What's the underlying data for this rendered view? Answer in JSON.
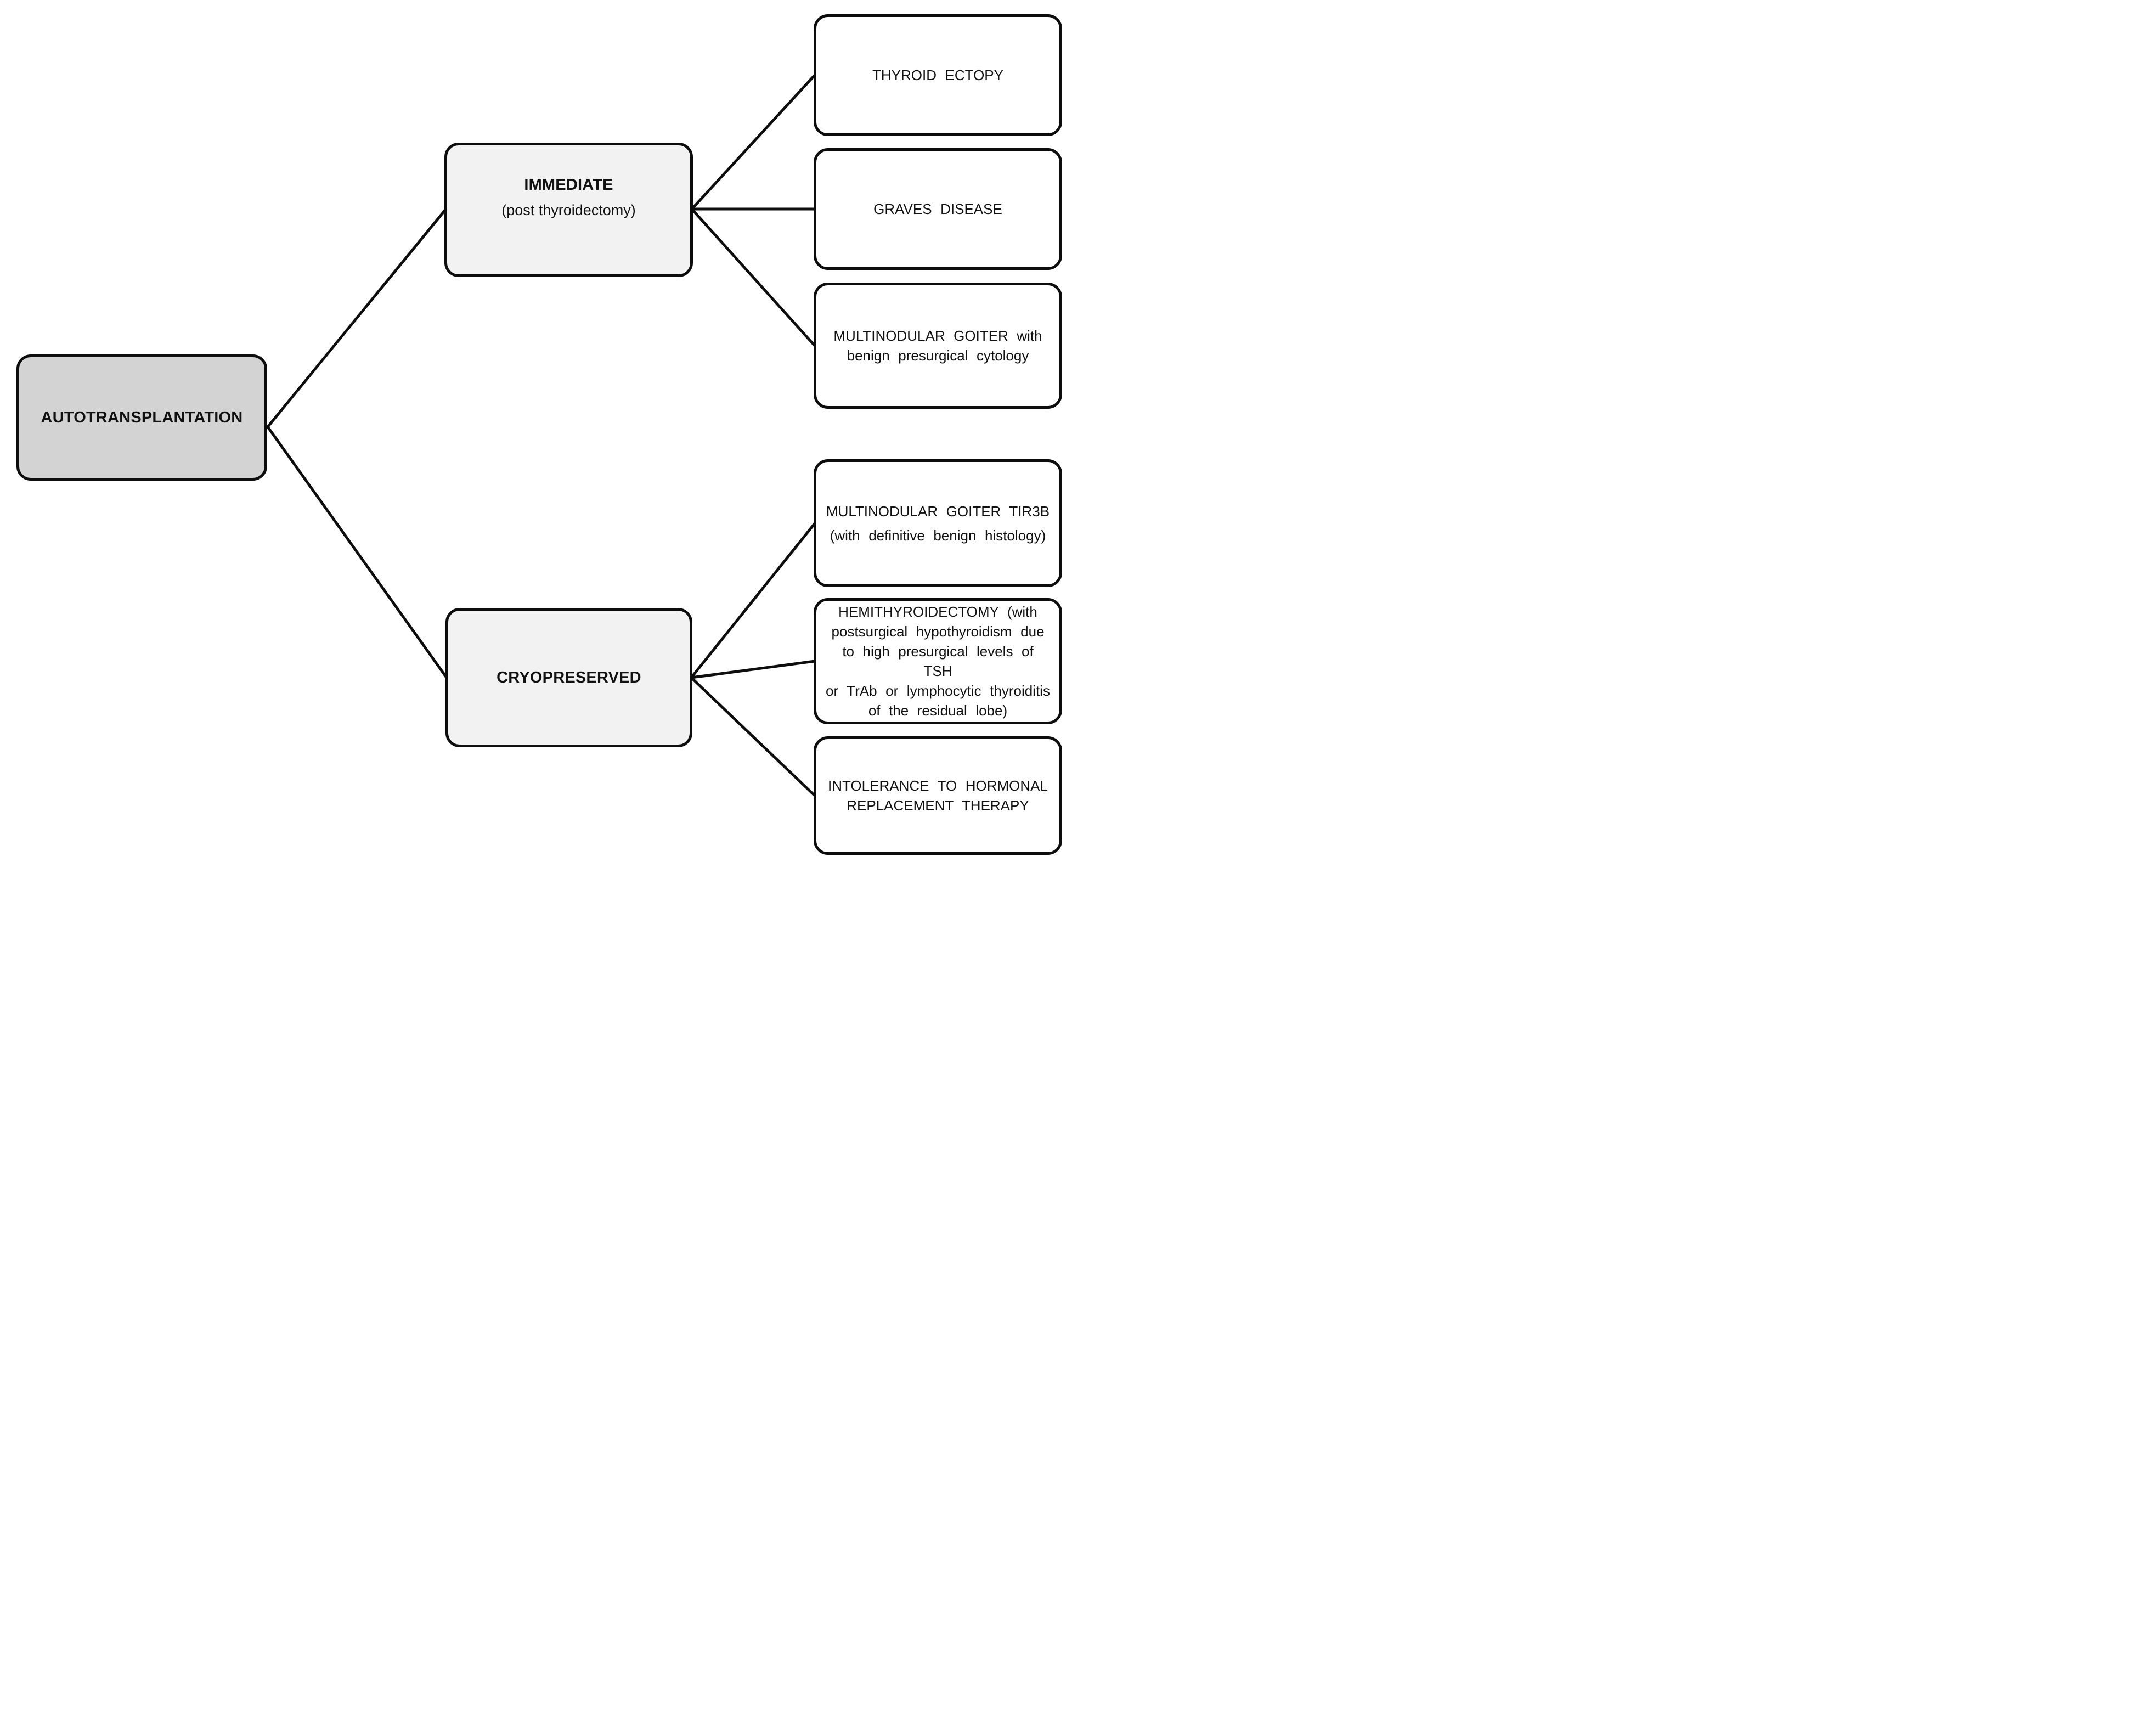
{
  "diagram_title": "Thyroid autotransplantation decision flowchart",
  "colors": {
    "stroke": "#0d0d0d",
    "root_fill": "#d3d3d3",
    "branch_fill": "#f2f2f2",
    "leaf_fill": "#ffffff",
    "background": "#ffffff"
  },
  "root": {
    "label": "AUTOTRANSPLANTATION"
  },
  "branches": [
    {
      "title": "IMMEDIATE",
      "subtitle": "(post thyroidectomy)"
    },
    {
      "title": "CRYOPRESERVED",
      "subtitle": ""
    }
  ],
  "leaves": [
    {
      "id": "thyroid-ectopy",
      "parent": "IMMEDIATE",
      "lines": [
        "THYROID ECTOPY"
      ]
    },
    {
      "id": "graves-disease",
      "parent": "IMMEDIATE",
      "lines": [
        "GRAVES DISEASE"
      ]
    },
    {
      "id": "multinodular-goiter-benign",
      "parent": "IMMEDIATE",
      "lines": [
        "MULTINODULAR GOITER with",
        "benign presurgical cytology"
      ]
    },
    {
      "id": "multinodular-goiter-tir3b",
      "parent": "CRYOPRESERVED",
      "lines": [
        "MULTINODULAR GOITER TIR3B",
        "(with definitive benign histology)"
      ]
    },
    {
      "id": "hemithyroidectomy",
      "parent": "CRYOPRESERVED",
      "lines": [
        "HEMITHYROIDECTOMY (with",
        "postsurgical hypothyroidism due",
        "to high presurgical levels of TSH",
        "or TrAb or lymphocytic thyroiditis",
        "of the residual lobe)"
      ]
    },
    {
      "id": "intolerance-hormonal",
      "parent": "CRYOPRESERVED",
      "lines": [
        "INTOLERANCE TO HORMONAL",
        "REPLACEMENT THERAPY"
      ]
    }
  ]
}
